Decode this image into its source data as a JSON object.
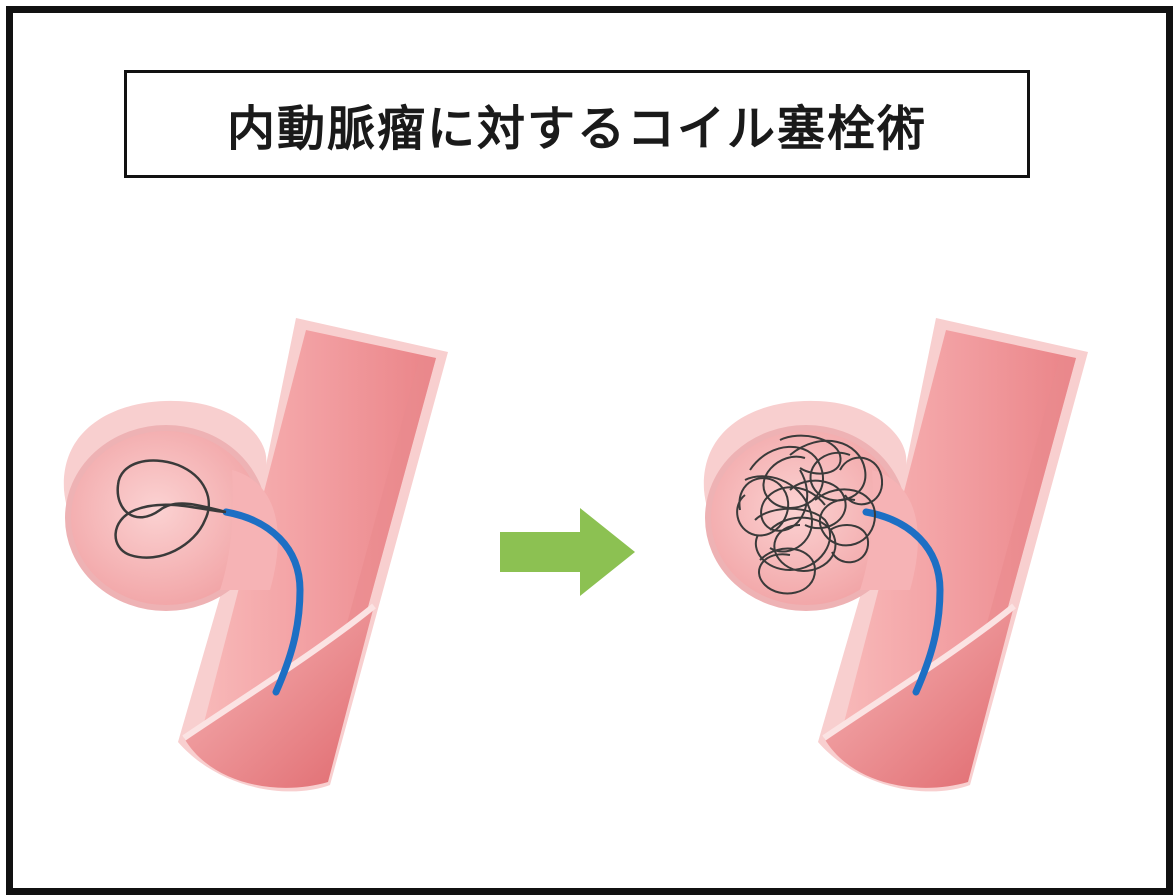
{
  "title": "内動脈瘤に対するコイル塞栓術",
  "colors": {
    "vessel_wall": "#f6c4c4",
    "vessel_inner": "#f2a6a8",
    "vessel_dark": "#e36f73",
    "catheter": "#1d6fc4",
    "coil": "#3a3a3a",
    "arrow": "#8cc152",
    "border": "#111111"
  },
  "panels": [
    {
      "name": "before",
      "coil_state": "single-loop"
    },
    {
      "name": "after",
      "coil_state": "packed"
    }
  ]
}
